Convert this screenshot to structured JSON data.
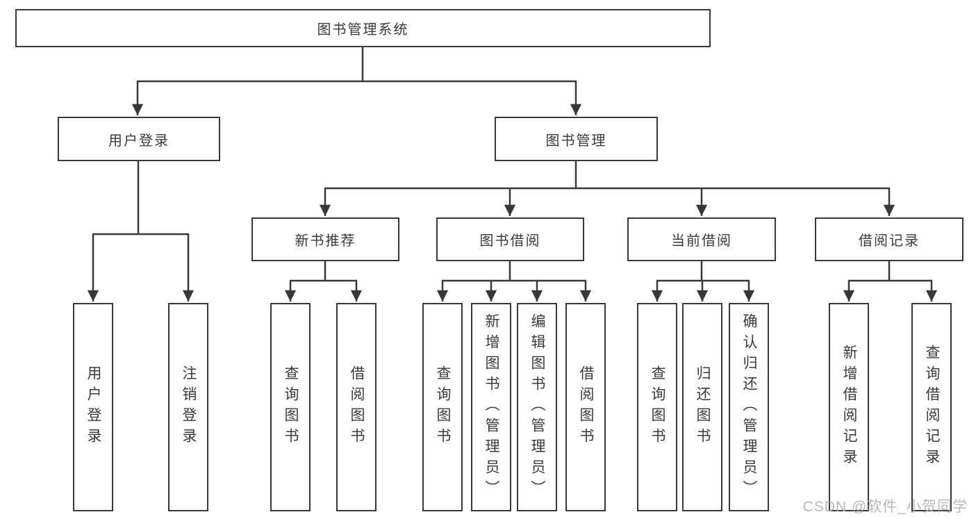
{
  "diagram": {
    "type": "hierarchy-tree",
    "root": {
      "label": "图书管理系统"
    },
    "level2": [
      {
        "label": "用户登录"
      },
      {
        "label": "图书管理"
      }
    ],
    "level3": [
      {
        "label": "新书推荐"
      },
      {
        "label": "图书借阅"
      },
      {
        "label": "当前借阅"
      },
      {
        "label": "借阅记录"
      }
    ],
    "leaves": {
      "user_login": [
        {
          "label": "用户登录"
        },
        {
          "label": "注销登录"
        }
      ],
      "new_book_recommend": [
        {
          "label": "查询图书"
        },
        {
          "label": "借阅图书"
        }
      ],
      "book_borrow": [
        {
          "label": "查询图书"
        },
        {
          "label": "新增图书（管理员）"
        },
        {
          "label": "编辑图书（管理员）"
        },
        {
          "label": "借阅图书"
        }
      ],
      "current_borrow": [
        {
          "label": "查询图书"
        },
        {
          "label": "归还图书"
        },
        {
          "label": "确认归还（管理员）"
        }
      ],
      "borrow_record": [
        {
          "label": "新增借阅记录"
        },
        {
          "label": "查询借阅记录"
        }
      ]
    },
    "watermark": "CSDN @软件_小贺同学",
    "colors": {
      "line": "#383838",
      "box_border": "#383838",
      "box_fill": "#ffffff",
      "text": "#3a3a3a",
      "watermark": "#b0b0b0",
      "background": "#ffffff"
    }
  }
}
